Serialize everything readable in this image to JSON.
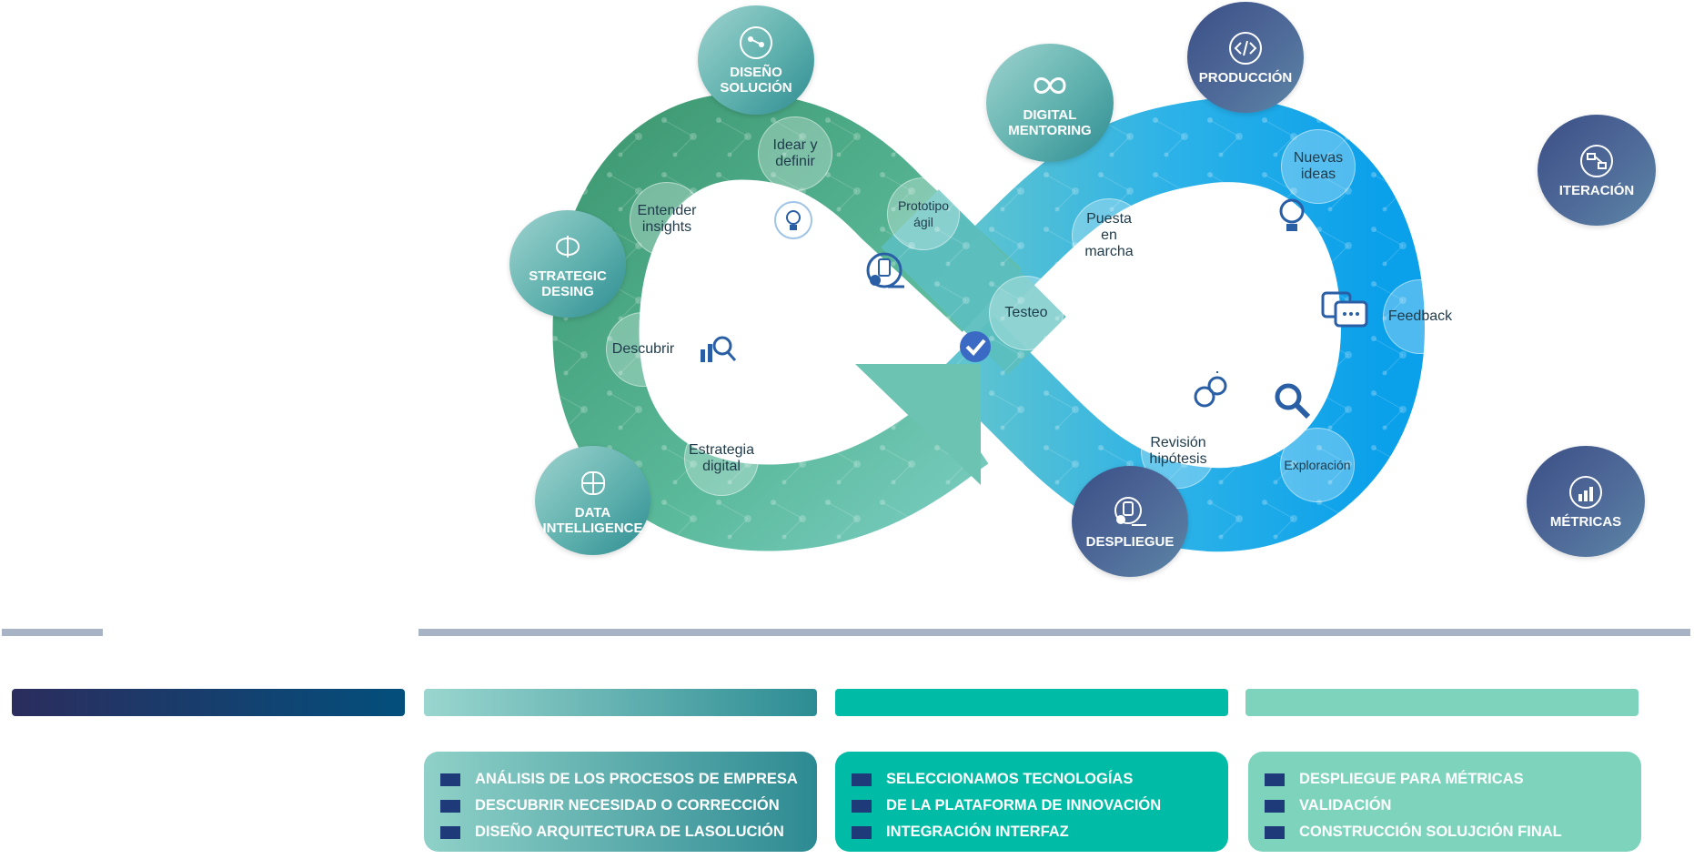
{
  "outer_nodes": [
    {
      "id": "diseno",
      "label": "DISEÑO SOLUCIÓN",
      "icon": "circuit-brain-icon",
      "style": "teal"
    },
    {
      "id": "strategic",
      "label": "STRATEGIC DESING",
      "icon": "brain-gear-icon",
      "style": "teal"
    },
    {
      "id": "data",
      "label": "DATA INTELLIGENCE",
      "icon": "brain-chip-icon",
      "style": "teal"
    },
    {
      "id": "mentoring",
      "label": "DIGITAL MENTORING",
      "icon": "infinity-loop-icon",
      "style": "teal"
    },
    {
      "id": "produccion",
      "label": "PRODUCCIÓN",
      "icon": "code-icon",
      "style": "navy"
    },
    {
      "id": "iteracion",
      "label": "ITERACIÓN",
      "icon": "flow-diagram-icon",
      "style": "navy"
    },
    {
      "id": "metricas",
      "label": "MÉTRICAS",
      "icon": "bar-chart-icon",
      "style": "navy"
    },
    {
      "id": "despliegue",
      "label": "DESPLIEGUE",
      "icon": "deploy-gear-icon",
      "style": "navy"
    }
  ],
  "loop_steps": [
    "Idear y definir",
    "Entender insights",
    "Prototipo ágil",
    "Descubrir",
    "Estrategia digital",
    "Testeo",
    "Puesta en marcha",
    "Nuevas ideas",
    "Feedback",
    "Revisión hipótesis",
    "Exploración"
  ],
  "colors": {
    "green_loop": "#4ea583",
    "blue_loop": "#18a6e6",
    "divider": "#a9b3c6",
    "bar_navy": "#1f3a78",
    "bar_teal_light": "#87ccc5",
    "bar_teal": "#00bba5",
    "bar_mint": "#7dd3bb",
    "bullet": "#1e3a78"
  },
  "columns": [
    {
      "items": [
        "ANÁLISIS DE LOS PROCESOS DE EMPRESA",
        "DESCUBRIR NECESIDAD O CORRECCIÓN",
        "DISEÑO ARQUITECTURA DE LASOLUCIÓN"
      ]
    },
    {
      "items": [
        "SELECCIONAMOS TECNOLOGÍAS",
        "DE LA PLATAFORMA  DE INNOVACIÓN",
        "INTEGRACIÓN INTERFAZ"
      ]
    },
    {
      "items": [
        "DESPLIEGUE PARA MÉTRICAS",
        "VALIDACIÓN",
        "CONSTRUCCIÓN SOLUJCIÓN FINAL"
      ]
    }
  ]
}
